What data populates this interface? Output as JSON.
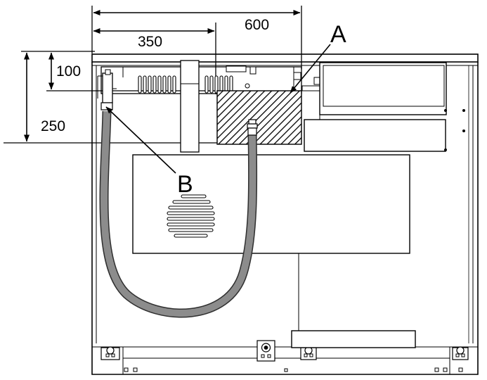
{
  "dimensions": {
    "width_600": "600",
    "width_350": "350",
    "height_100": "100",
    "height_250": "250"
  },
  "callouts": {
    "a": "A",
    "b": "B"
  },
  "colors": {
    "line": "#000000",
    "hose_outer": "#333333",
    "hose_inner": "#8c8c8c",
    "background": "#ffffff"
  }
}
